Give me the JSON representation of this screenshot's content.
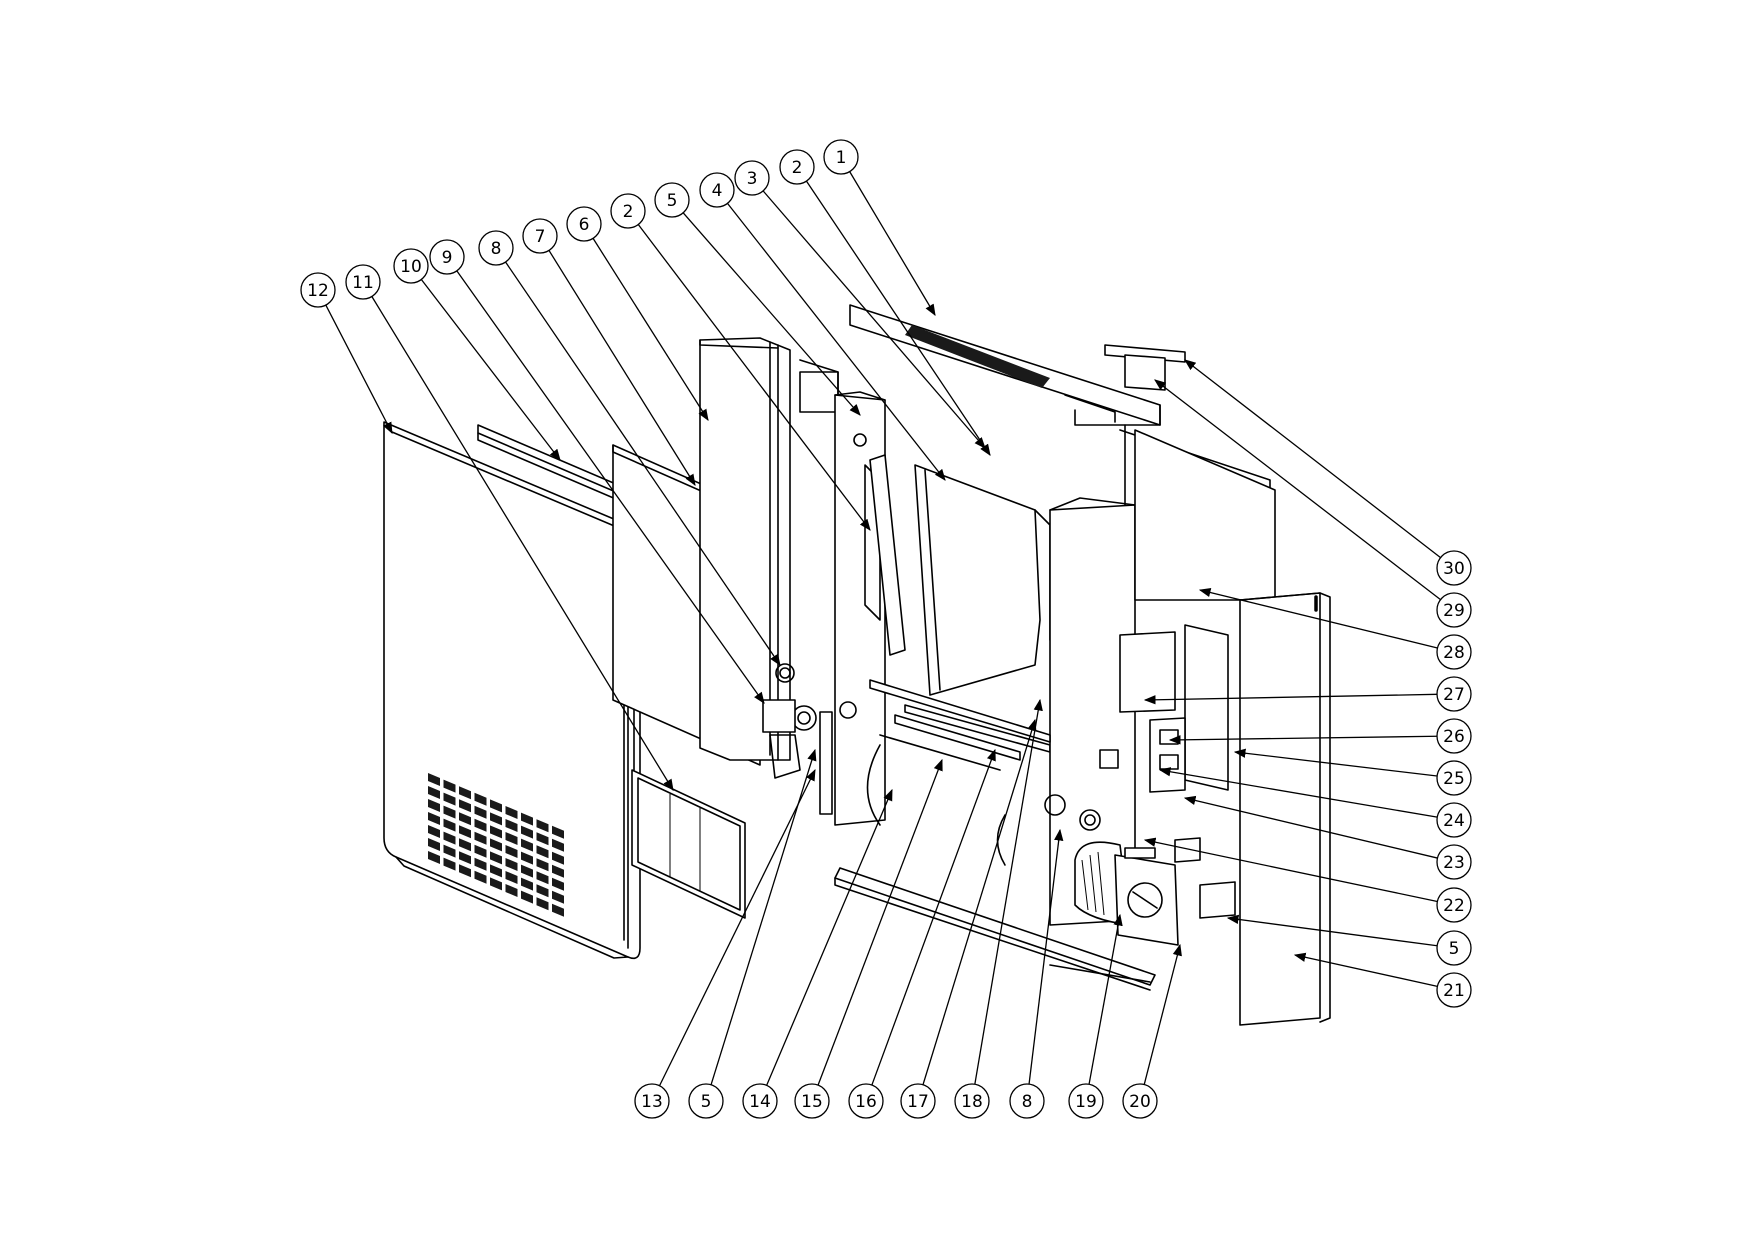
{
  "callouts": [
    {
      "id": "c12",
      "label": "12"
    },
    {
      "id": "c11",
      "label": "11"
    },
    {
      "id": "c10",
      "label": "10"
    },
    {
      "id": "c9",
      "label": "9"
    },
    {
      "id": "c8a",
      "label": "8"
    },
    {
      "id": "c7",
      "label": "7"
    },
    {
      "id": "c6",
      "label": "6"
    },
    {
      "id": "c2a",
      "label": "2"
    },
    {
      "id": "c5a",
      "label": "5"
    },
    {
      "id": "c4",
      "label": "4"
    },
    {
      "id": "c3",
      "label": "3"
    },
    {
      "id": "c2b",
      "label": "2"
    },
    {
      "id": "c1",
      "label": "1"
    },
    {
      "id": "c30",
      "label": "30"
    },
    {
      "id": "c29",
      "label": "29"
    },
    {
      "id": "c28",
      "label": "28"
    },
    {
      "id": "c27",
      "label": "27"
    },
    {
      "id": "c26",
      "label": "26"
    },
    {
      "id": "c25",
      "label": "25"
    },
    {
      "id": "c24",
      "label": "24"
    },
    {
      "id": "c23",
      "label": "23"
    },
    {
      "id": "c22",
      "label": "22"
    },
    {
      "id": "c5c",
      "label": "5"
    },
    {
      "id": "c21",
      "label": "21"
    },
    {
      "id": "c13",
      "label": "13"
    },
    {
      "id": "c5b",
      "label": "5"
    },
    {
      "id": "c14",
      "label": "14"
    },
    {
      "id": "c15",
      "label": "15"
    },
    {
      "id": "c16",
      "label": "16"
    },
    {
      "id": "c17",
      "label": "17"
    },
    {
      "id": "c18",
      "label": "18"
    },
    {
      "id": "c8b",
      "label": "8"
    },
    {
      "id": "c19",
      "label": "19"
    },
    {
      "id": "c20",
      "label": "20"
    }
  ]
}
